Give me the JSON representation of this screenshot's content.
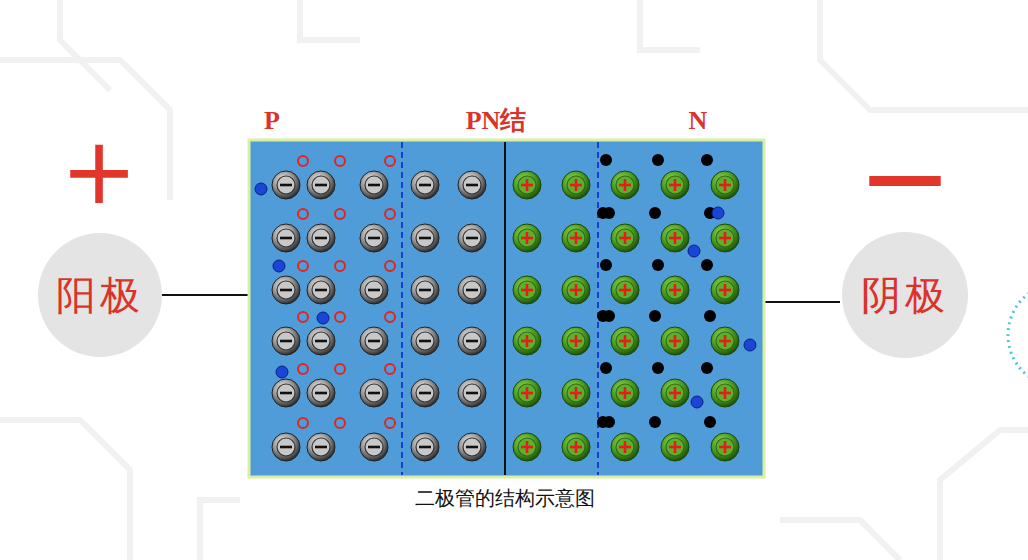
{
  "diagram": {
    "caption": "二极管的结构示意图",
    "nodes": [
      {
        "text": [
          "阳极"
        ]
      },
      {
        "text": [
          "阴极"
        ]
      }
    ],
    "labels": [
      "+",
      "P",
      "PN结",
      "N",
      "—"
    ]
  }
}
